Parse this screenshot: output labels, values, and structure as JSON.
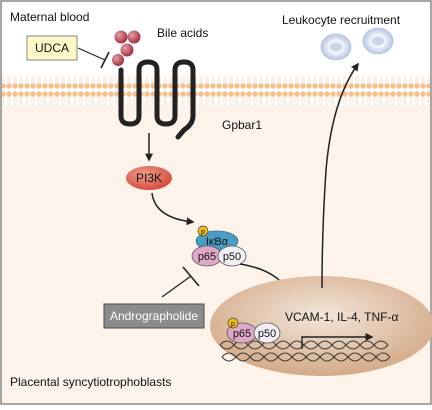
{
  "labels": {
    "maternal_blood": "Maternal blood",
    "bile_acids": "Bile acids",
    "udca": "UDCA",
    "gpbar1": "Gpbar1",
    "pi3k": "PI3K",
    "p_marker": "p",
    "ikba": "IκBα",
    "p65": "p65",
    "p50": "p50",
    "andrographolide": "Andrographolide",
    "genes": "VCAM-1, IL-4, TNF-α",
    "leukocyte_recruitment": "Leukocyte recruitment",
    "placental_cells": "Placental syncytiotrophoblasts"
  },
  "colors": {
    "region_bg": "#fdf3ea",
    "membrane": "#f6c08c",
    "bile_acid": "#b03a48",
    "udca_box": "#fff8c6",
    "pi3k": "#e06050",
    "ikba": "#4a9cc2",
    "p65": "#e0a8c8",
    "nucleus": "#d4aa88",
    "phospho": "#f2c014",
    "andro_box": "#8c8c8c",
    "leukocyte": "#c8d4ec"
  }
}
